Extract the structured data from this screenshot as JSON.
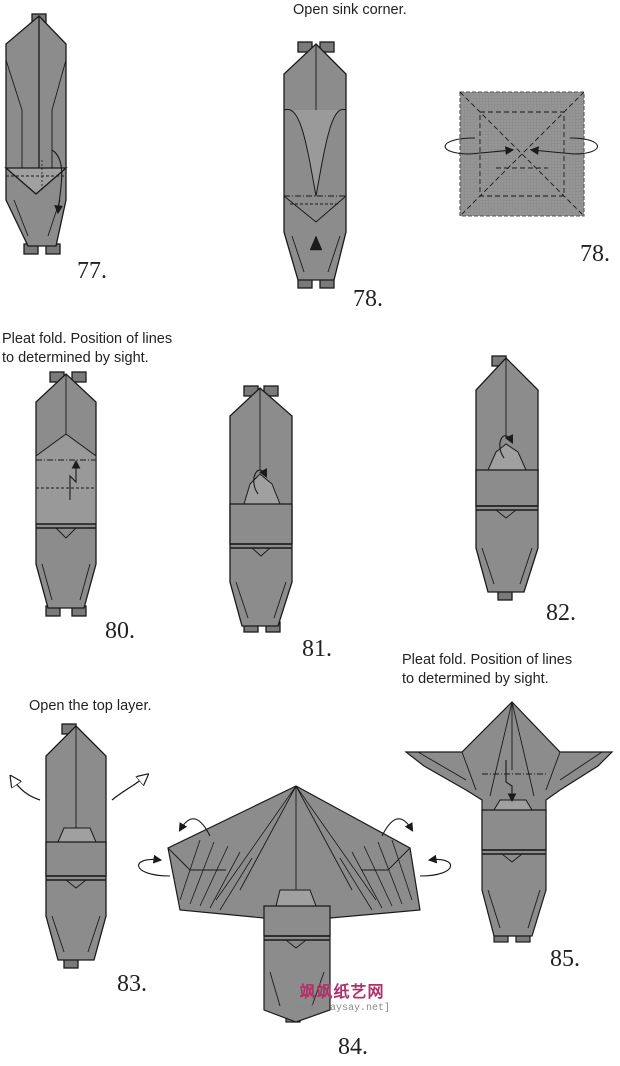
{
  "captions": {
    "sink": "Open sink corner.",
    "pleat_a_1": "Pleat fold. Position of lines",
    "pleat_a_2": "to determined by sight.",
    "pleat_b_1": "Pleat fold. Position of lines",
    "pleat_b_2": "to determined by sight.",
    "open_top": "Open the top layer."
  },
  "step_numbers": {
    "s77": "77.",
    "s78a": "78.",
    "s78b": "78.",
    "s80": "80.",
    "s81": "81.",
    "s82": "82.",
    "s83": "83.",
    "s84": "84.",
    "s85": "85."
  },
  "watermark": {
    "chinese": "飒飒纸艺网",
    "url": "[www.saysay.net]"
  },
  "colors": {
    "paper": "#8c8c8c",
    "paper_light": "#a8a8a8",
    "line": "#1a1a1a"
  }
}
